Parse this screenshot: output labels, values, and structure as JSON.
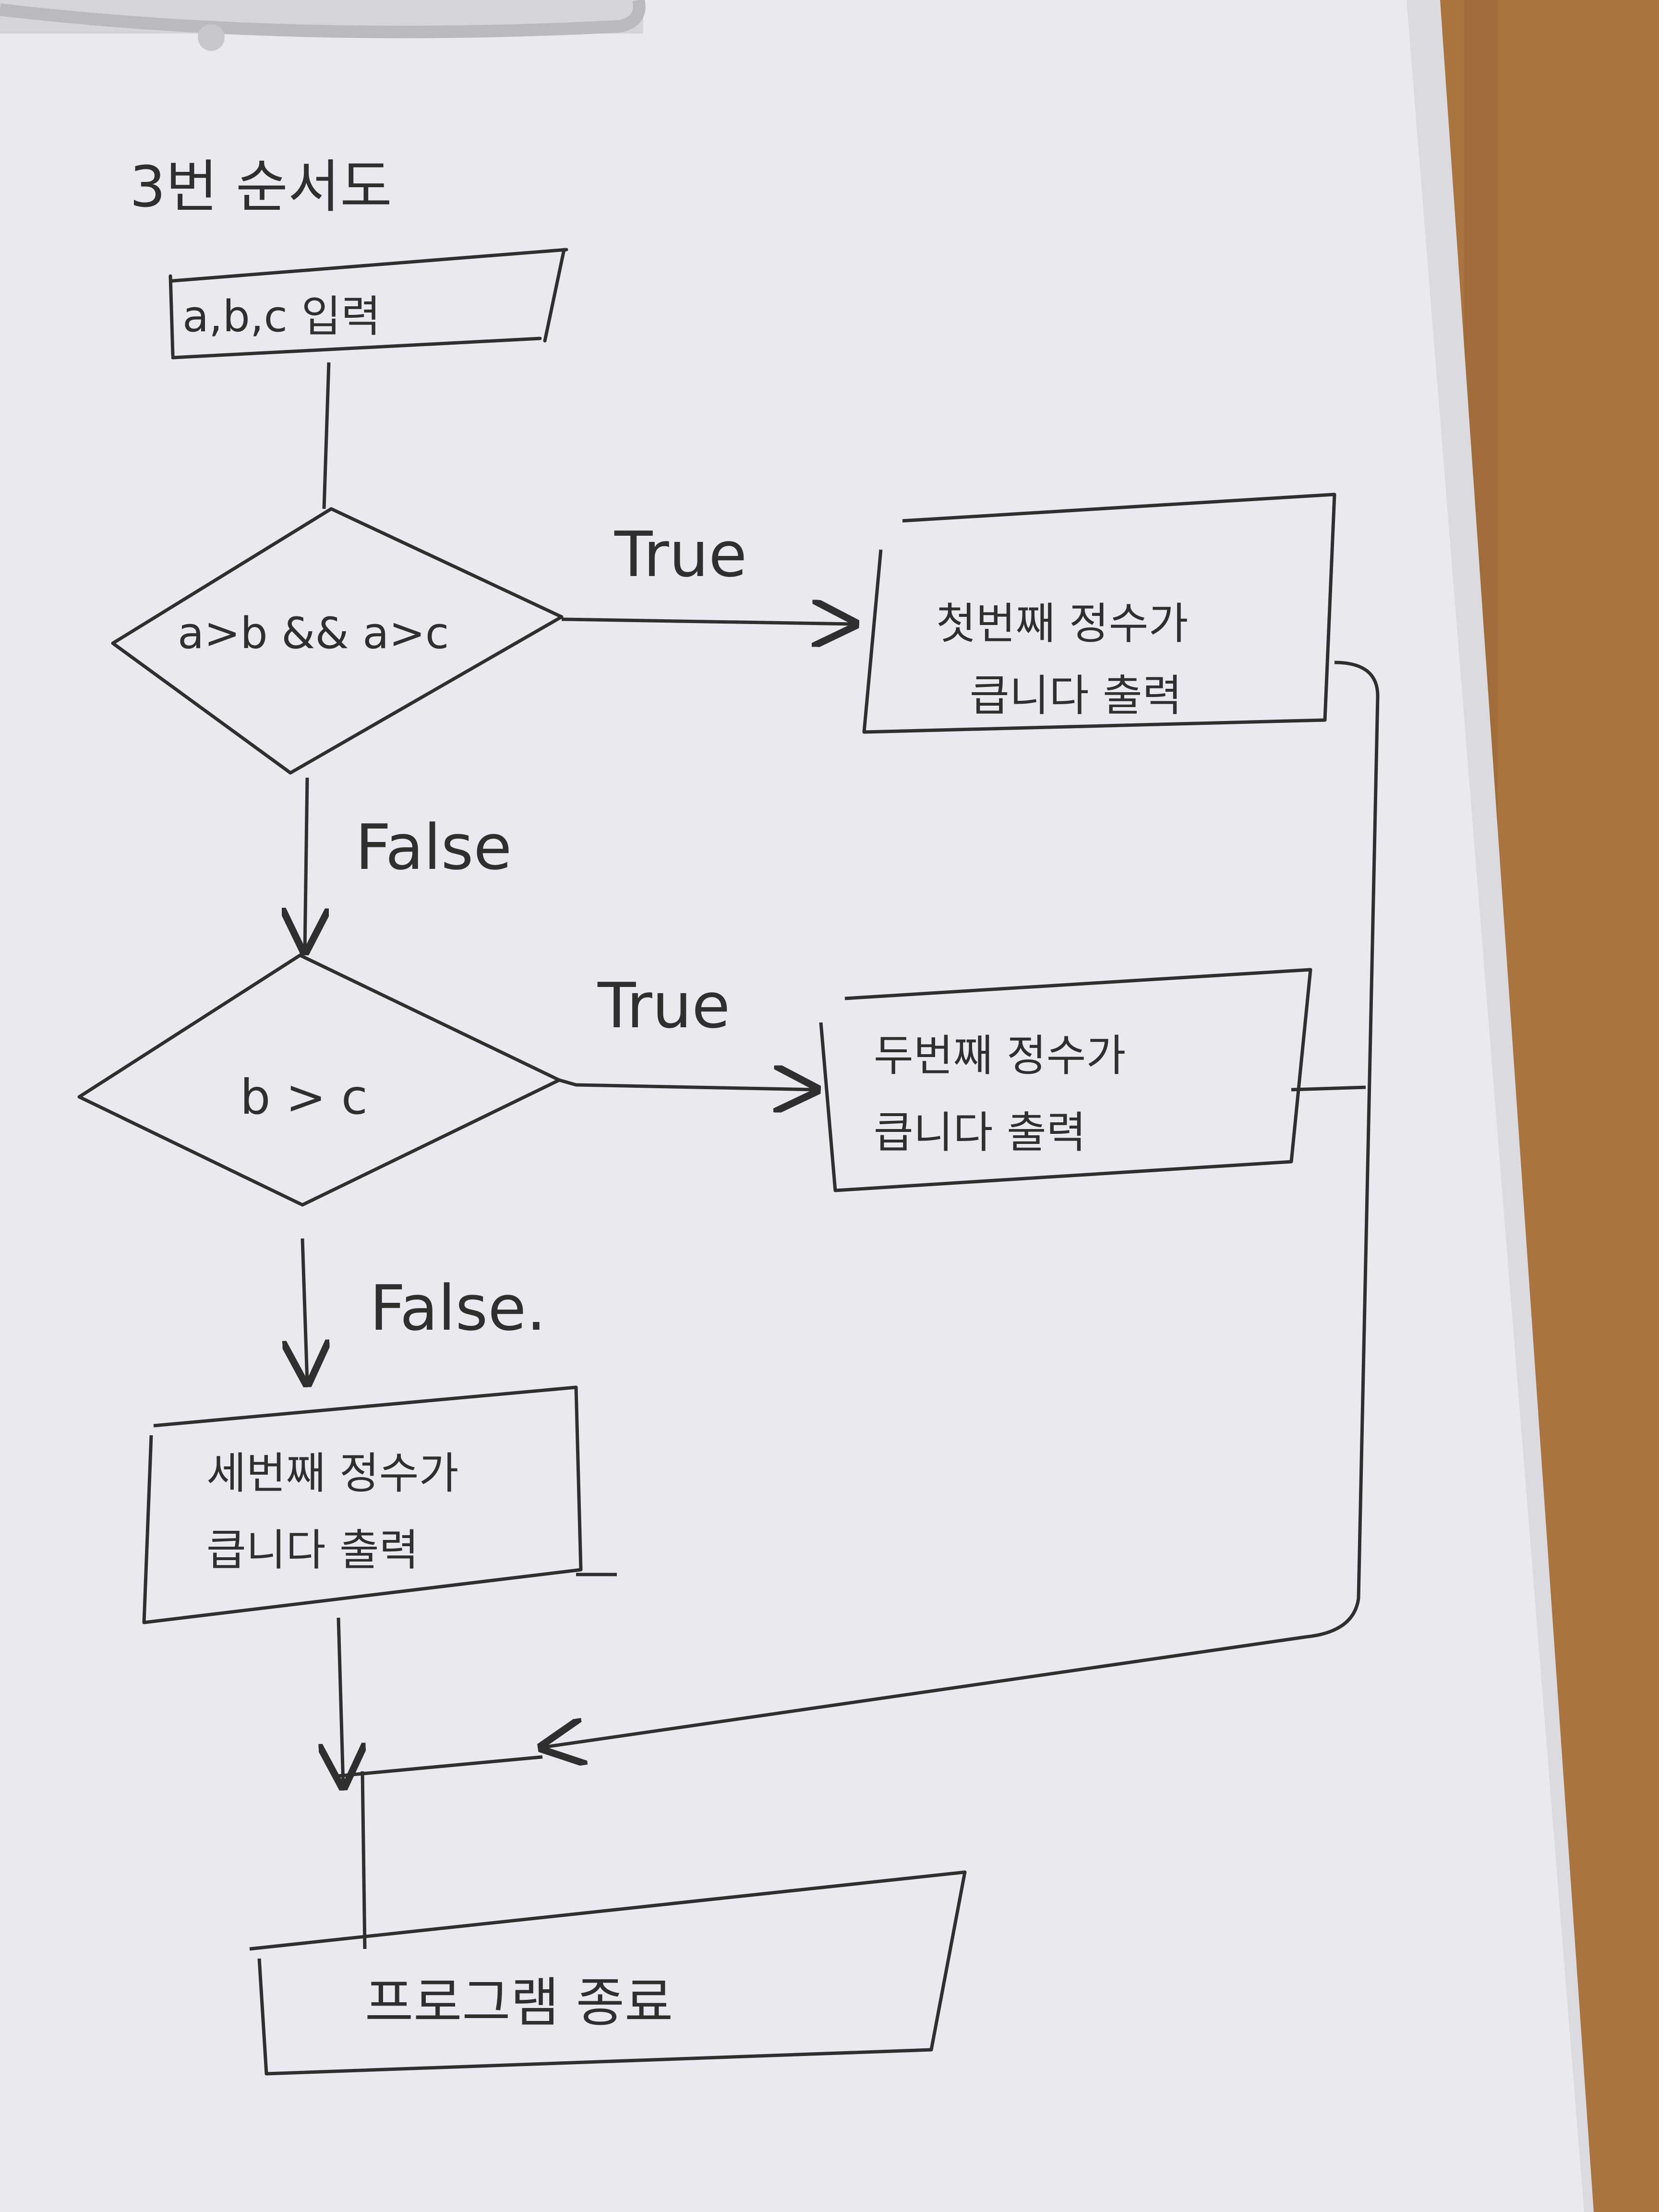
{
  "diagram": {
    "title": "3번 순서도",
    "nodes": {
      "input": "a,b,c 입력",
      "decision1": "a>b && a>c",
      "result1": [
        "첫번째 정수가",
        "큽니다 출력"
      ],
      "decision2": "b > c",
      "result2": [
        "두번째 정수가",
        "큽니다 출력"
      ],
      "result3": [
        "세번째 정수가",
        "큽니다 출력"
      ],
      "end": "프로그램 종료"
    },
    "edges": {
      "d1_true": "True",
      "d1_false": "False",
      "d2_true": "True",
      "d2_false": "False."
    }
  },
  "colors": {
    "ink": "#2f2f2f",
    "paper": "#e9e9ef",
    "clipboard": "#a9743f",
    "clip_metal": "#b9b9bf"
  }
}
